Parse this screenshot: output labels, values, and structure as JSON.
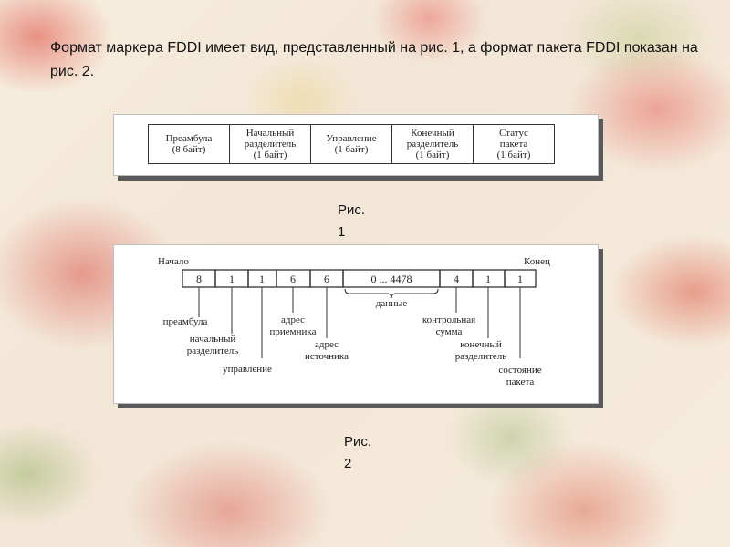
{
  "intro_text": "Формат маркера FDDI имеет вид, представленный на рис. 1, а формат пакета FDDI показан на рис. 2.",
  "figure1": {
    "fields": [
      [
        "Преамбула",
        "(8 байт)"
      ],
      [
        "Начальный",
        "разделитель",
        "(1 байт)"
      ],
      [
        "Управление",
        "(1 байт)"
      ],
      [
        "Конечный",
        "разделитель",
        "(1 байт)"
      ],
      [
        "Статус",
        "пакета",
        "(1 байт)"
      ]
    ],
    "caption_line1": "Рис.",
    "caption_line2": "1"
  },
  "figure2": {
    "start_label": "Начало",
    "end_label": "Конец",
    "cells": [
      "8",
      "1",
      "1",
      "6",
      "6",
      "0 ... 4478",
      "4",
      "1",
      "1"
    ],
    "labels": {
      "preamble": "преамбула",
      "start_delim_1": "начальный",
      "start_delim_2": "разделитель",
      "control": "управление",
      "dest_addr_1": "адрес",
      "dest_addr_2": "приемника",
      "src_addr_1": "адрес",
      "src_addr_2": "источника",
      "data": "данные",
      "checksum_1": "контрольная",
      "checksum_2": "сумма",
      "end_delim_1": "конечный",
      "end_delim_2": "разделитель",
      "status_1": "состояние",
      "status_2": "пакета"
    },
    "caption_line1": "Рис.",
    "caption_line2": "2"
  },
  "colors": {
    "text": "#111111",
    "figure_border": "#333333",
    "figure_shadow": "#5a5a5a"
  }
}
